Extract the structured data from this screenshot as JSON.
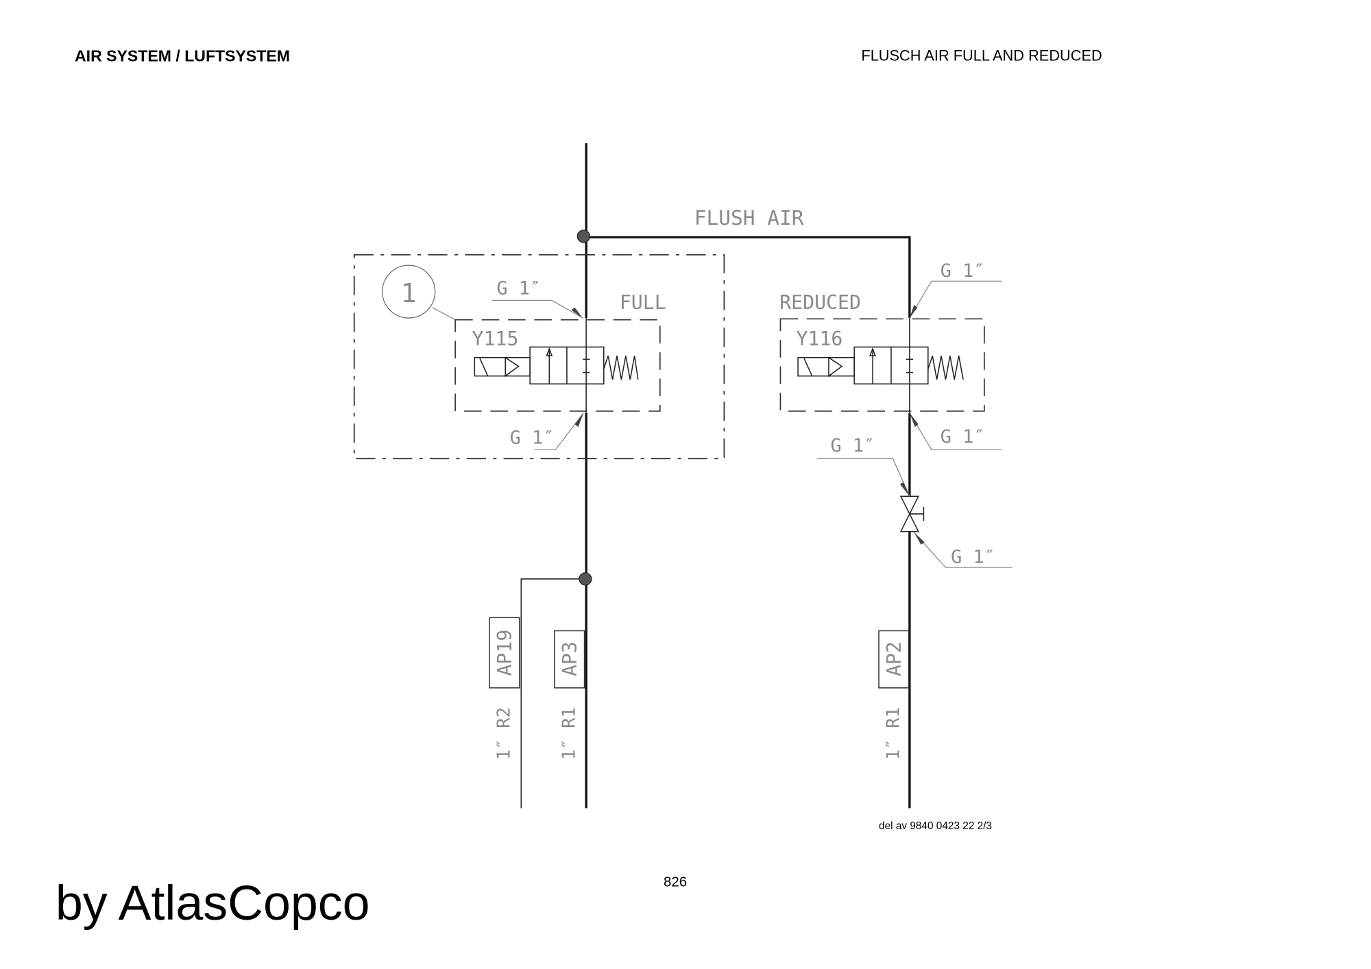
{
  "header": {
    "left_title": "AIR SYSTEM / LUFTSYSTEM",
    "right_title": "FLUSCH AIR FULL AND REDUCED"
  },
  "diagram": {
    "line_label": "FLUSH AIR",
    "item_number": "1",
    "full": {
      "label": "FULL",
      "valve": "Y115",
      "port_in": "G 1″",
      "port_out": "G 1″"
    },
    "reduced": {
      "label": "REDUCED",
      "valve": "Y116",
      "port_in": "G 1″",
      "port_out": "G 1″",
      "shutoff_in": "G 1″",
      "shutoff_out": "G 1″"
    },
    "connections": [
      {
        "tag": "AP19",
        "spec": "1″ R2"
      },
      {
        "tag": "AP3",
        "spec": "1″ R1"
      },
      {
        "tag": "AP2",
        "spec": "1″ R1"
      }
    ]
  },
  "footer": {
    "reference": "del av 9840 0423 22 2/3",
    "page_number": "826",
    "watermark": "by AtlasCopco"
  }
}
